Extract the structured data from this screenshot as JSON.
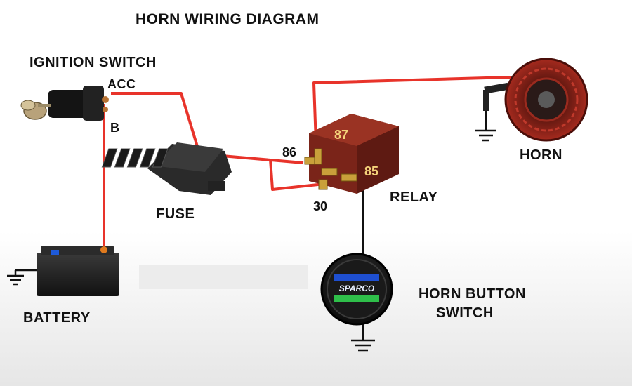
{
  "title": "HORN WIRING DIAGRAM",
  "components": {
    "ignition_switch": {
      "label": "IGNITION SWITCH",
      "terminal_acc": "ACC",
      "terminal_b": "B"
    },
    "fuse": {
      "label": "FUSE"
    },
    "relay": {
      "label": "RELAY",
      "pins": {
        "p87": "87",
        "p86": "86",
        "p85": "85",
        "p30": "30"
      }
    },
    "horn": {
      "label": "HORN"
    },
    "horn_button": {
      "label_line1": "HORN BUTTON",
      "label_line2": "SWITCH",
      "logo_text": "SPARCO"
    },
    "battery": {
      "label": "BATTERY"
    }
  },
  "colors": {
    "wire_red": "#e8332a",
    "wire_black": "#111111",
    "relay_body": "#8a2b1f",
    "pin_text": "#f4d27a",
    "horn_body": "#8b1e16"
  }
}
